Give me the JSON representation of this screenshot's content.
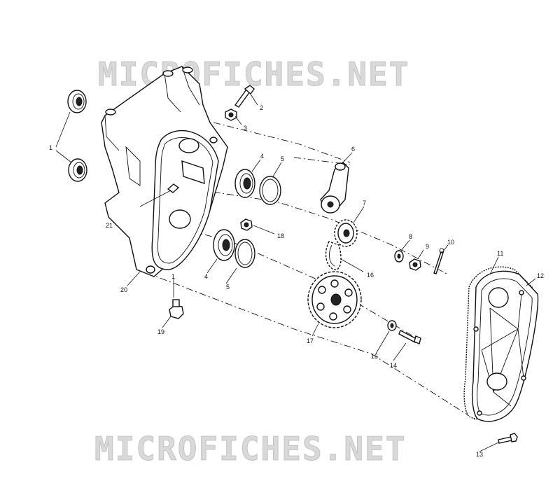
{
  "watermark": {
    "top": "MICROFICHES.NET",
    "bottom": "MICROFICHES.NET"
  },
  "callouts": [
    {
      "id": "c1",
      "label": "1"
    },
    {
      "id": "c2",
      "label": "2"
    },
    {
      "id": "c3",
      "label": "3"
    },
    {
      "id": "c4a",
      "label": "4"
    },
    {
      "id": "c4b",
      "label": "4"
    },
    {
      "id": "c5a",
      "label": "5"
    },
    {
      "id": "c5b",
      "label": "5"
    },
    {
      "id": "c6",
      "label": "6"
    },
    {
      "id": "c7",
      "label": "7"
    },
    {
      "id": "c8",
      "label": "8"
    },
    {
      "id": "c9",
      "label": "9"
    },
    {
      "id": "c10",
      "label": "10"
    },
    {
      "id": "c11",
      "label": "11"
    },
    {
      "id": "c12",
      "label": "12"
    },
    {
      "id": "c13",
      "label": "13"
    },
    {
      "id": "c14",
      "label": "14"
    },
    {
      "id": "c15",
      "label": "15"
    },
    {
      "id": "c16",
      "label": "16"
    },
    {
      "id": "c17",
      "label": "17"
    },
    {
      "id": "c18",
      "label": "18"
    },
    {
      "id": "c19",
      "label": "19"
    },
    {
      "id": "c20",
      "label": "20"
    },
    {
      "id": "c21",
      "label": "21"
    },
    {
      "id": "c1b",
      "label": "1"
    }
  ]
}
